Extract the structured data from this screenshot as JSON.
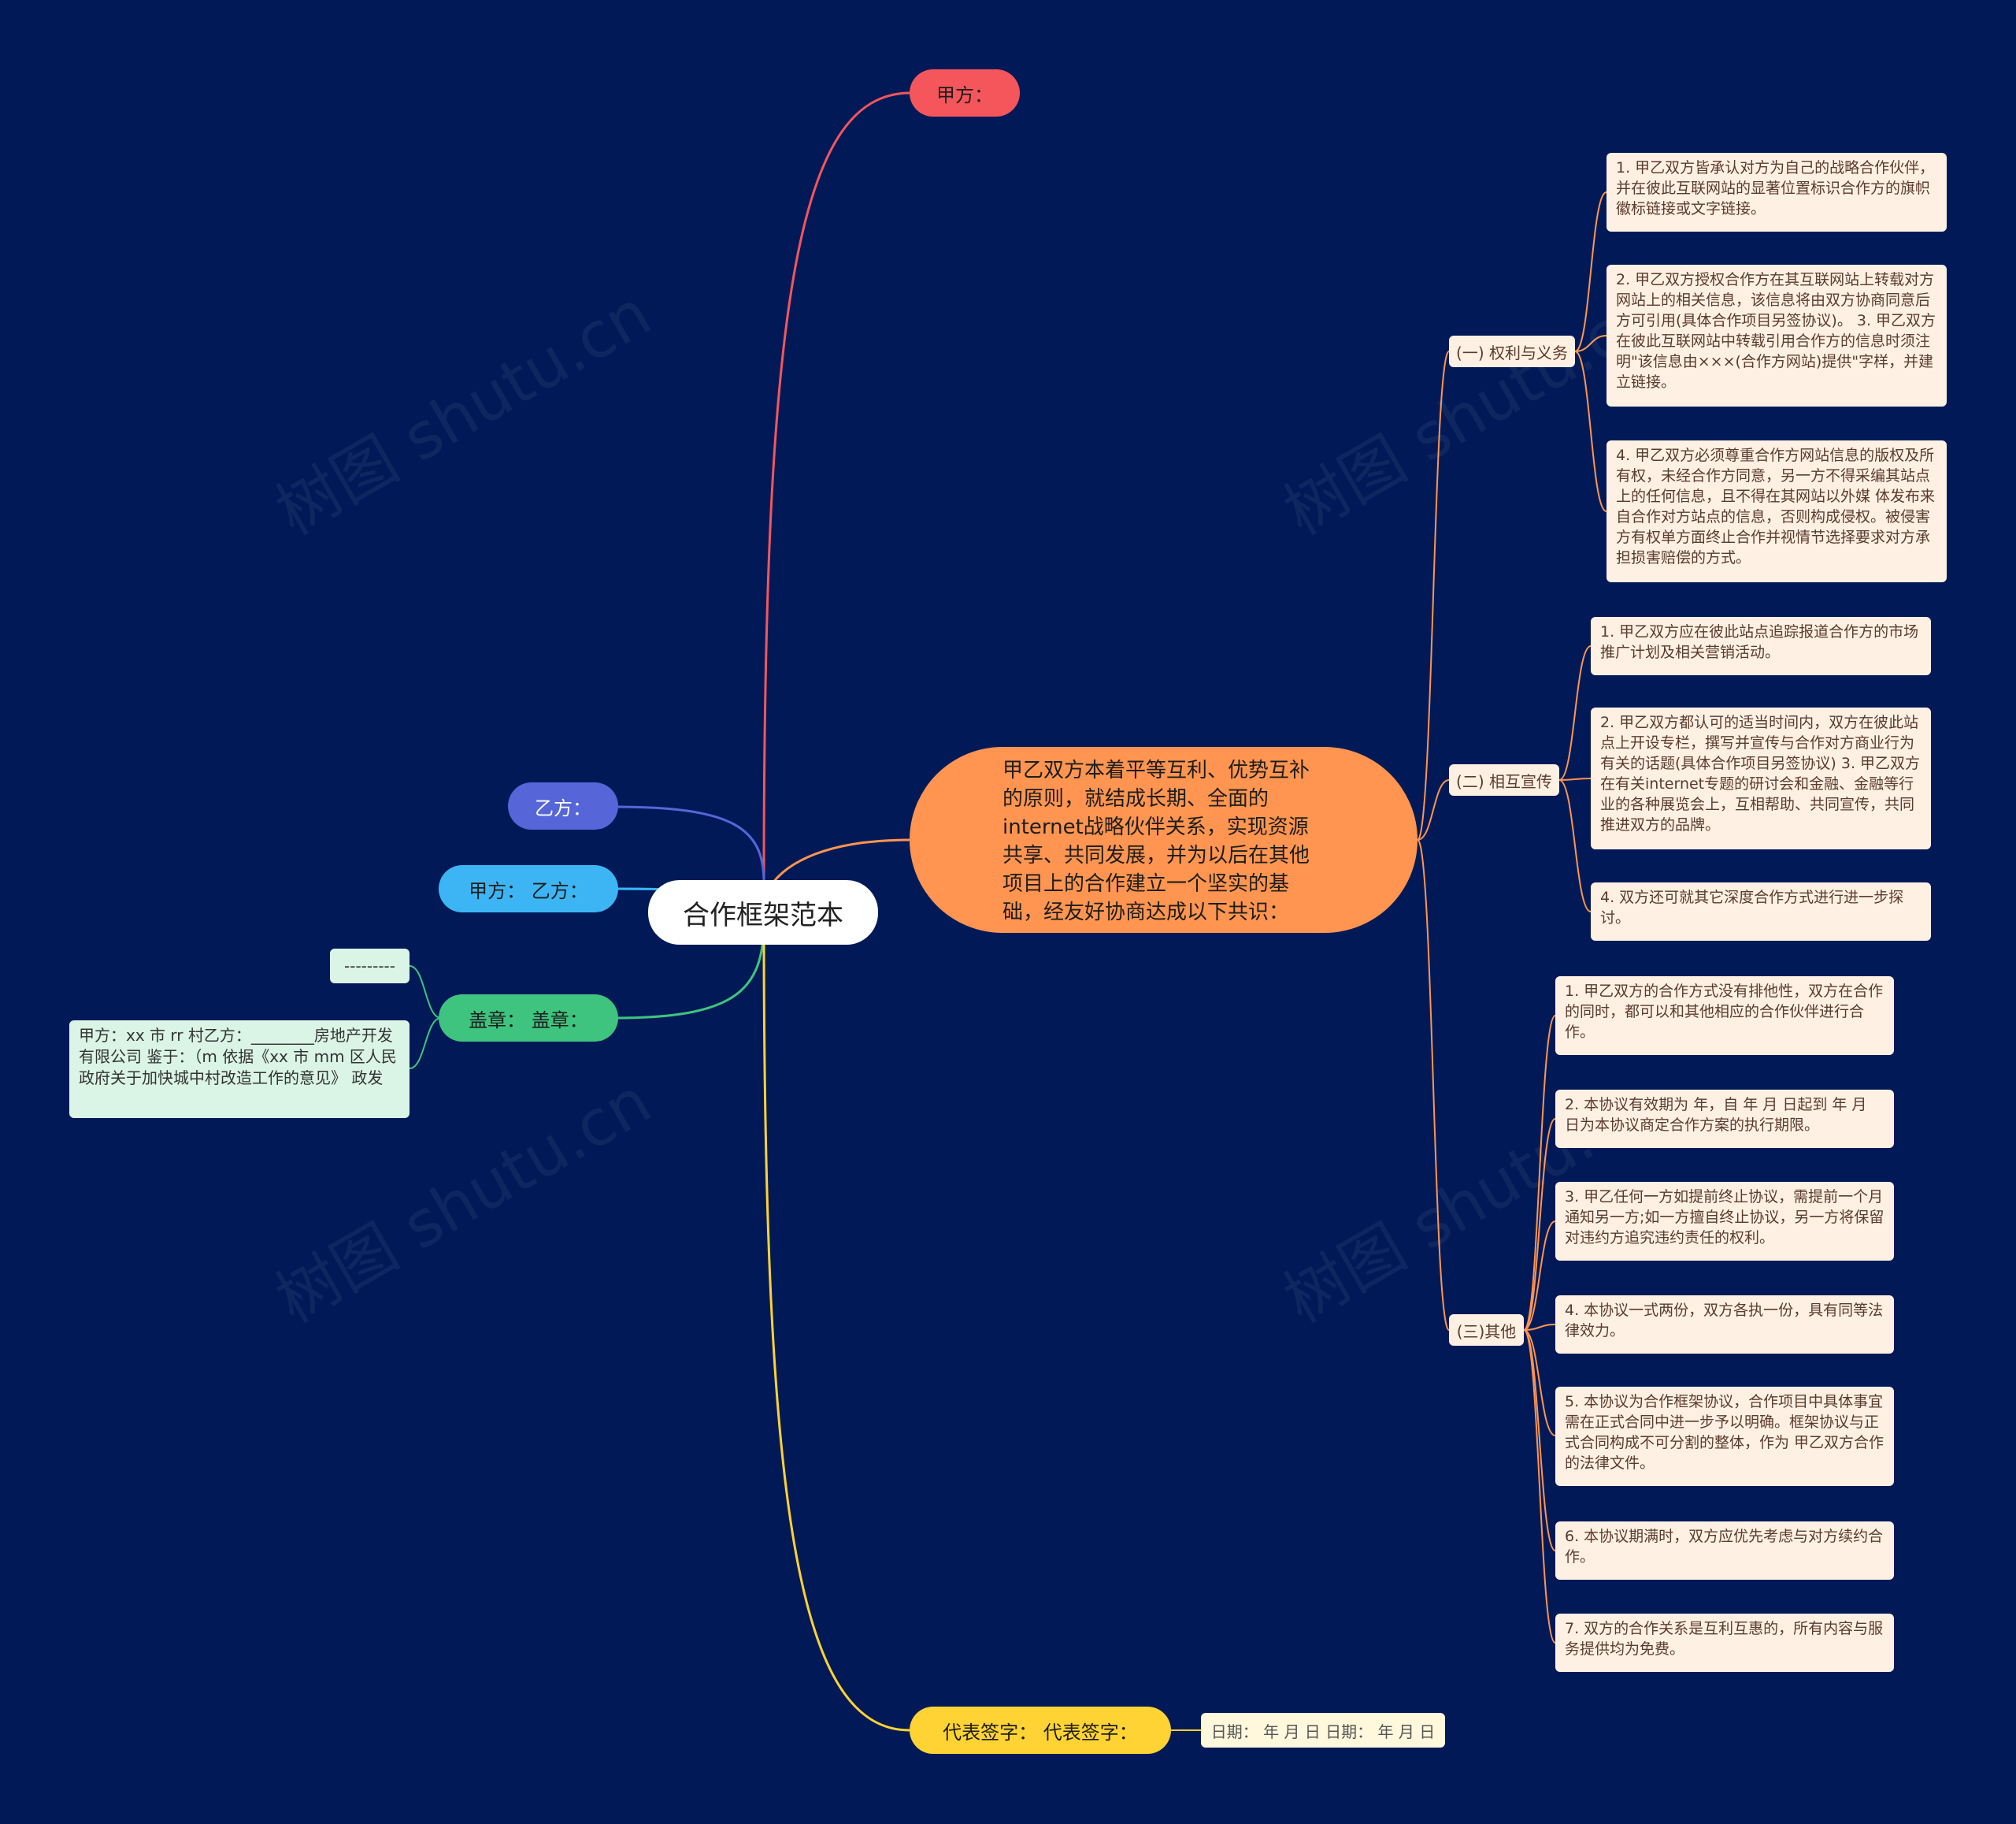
{
  "root": {
    "label": "合作框架范本"
  },
  "branches": {
    "party_a": {
      "label": "甲方：",
      "color": "#f5565c"
    },
    "party_b": {
      "label": "乙方：",
      "color": "#5666d8"
    },
    "party_ab": {
      "label": "甲方： 乙方：",
      "color": "#3db5f4"
    },
    "seal": {
      "label": "盖章： 盖章：",
      "color": "#3ec47e"
    },
    "seal_children": [
      "---------",
      "甲方：xx 市 rr 村乙方：________房地产开发有限公司 鉴于：（m 依据《xx 市 mm 区人民政府关于加快城中村改造工作的意见》 政发"
    ],
    "main": {
      "text": "甲乙双方本着平等互利、优势互补的原则，就结成长期、全面的internet战略伙伴关系，实现资源共享、共同发展，并为以后在其他项目上的合作建立一个坚实的基础，经友好协商达成以下共识：",
      "color": "#ff9550"
    },
    "sign": {
      "label": "代表签字： 代表签字：",
      "color": "#ffd333"
    },
    "sign_child": "日期： 年 月 日 日期： 年 月 日"
  },
  "sections": [
    {
      "label": "(一) 权利与义务",
      "items": [
        "1. 甲乙双方皆承认对方为自己的战略合作伙伴，并在彼此互联网站的显著位置标识合作方的旗帜徽标链接或文字链接。",
        "2. 甲乙双方授权合作方在其互联网站上转载对方网站上的相关信息，该信息将由双方协商同意后方可引用(具体合作项目另签协议)。 3. 甲乙双方在彼此互联网站中转载引用合作方的信息时须注明\"该信息由×××(合作方网站)提供\"字样，并建立链接。",
        "4. 甲乙双方必须尊重合作方网站信息的版权及所有权，未经合作方同意，另一方不得采编其站点上的任何信息，且不得在其网站以外媒 体发布来自合作对方站点的信息，否则构成侵权。被侵害方有权单方面终止合作并视情节选择要求对方承担损害赔偿的方式。"
      ]
    },
    {
      "label": "(二) 相互宣传",
      "items": [
        "1. 甲乙双方应在彼此站点追踪报道合作方的市场推广计划及相关营销活动。",
        "2. 甲乙双方都认可的适当时间内，双方在彼此站点上开设专栏，撰写并宣传与合作对方商业行为有关的话题(具体合作项目另签协议) 3. 甲乙双方在有关internet专题的研讨会和金融、金融等行业的各种展览会上，互相帮助、共同宣传，共同推进双方的品牌。",
        "4. 双方还可就其它深度合作方式进行进一步探讨。"
      ]
    },
    {
      "label": "(三)其他",
      "items": [
        "1. 甲乙双方的合作方式没有排他性，双方在合作的同时，都可以和其他相应的合作伙伴进行合作。",
        "2. 本协议有效期为 年，自 年 月 日起到 年 月 日为本协议商定合作方案的执行期限。",
        "3. 甲乙任何一方如提前终止协议，需提前一个月通知另一方;如一方擅自终止协议，另一方将保留对违约方追究违约责任的权利。",
        "4. 本协议一式两份，双方各执一份，具有同等法律效力。",
        "5. 本协议为合作框架协议，合作项目中具体事宜需在正式合同中进一步予以明确。框架协议与正式合同构成不可分割的整体，作为 甲乙双方合作的法律文件。",
        "6. 本协议期满时，双方应优先考虑与对方续约合作。",
        "7. 双方的合作关系是互利互惠的，所有内容与服务提供均为免费。"
      ]
    }
  ],
  "watermark": "树图 shutu.cn"
}
